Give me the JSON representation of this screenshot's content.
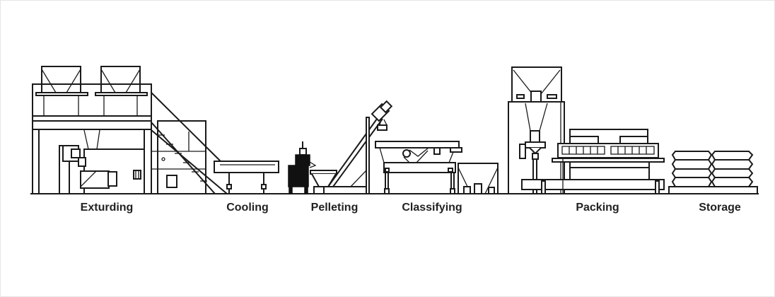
{
  "title": "Production line process stages",
  "stages": [
    {
      "label": "Exturding"
    },
    {
      "label": "Cooling"
    },
    {
      "label": "Pelleting"
    },
    {
      "label": "Classifying"
    },
    {
      "label": "Packing"
    },
    {
      "label": "Storage"
    }
  ],
  "colors": {
    "line": "#1a1a1a",
    "text": "#222222",
    "background": "#ffffff"
  }
}
